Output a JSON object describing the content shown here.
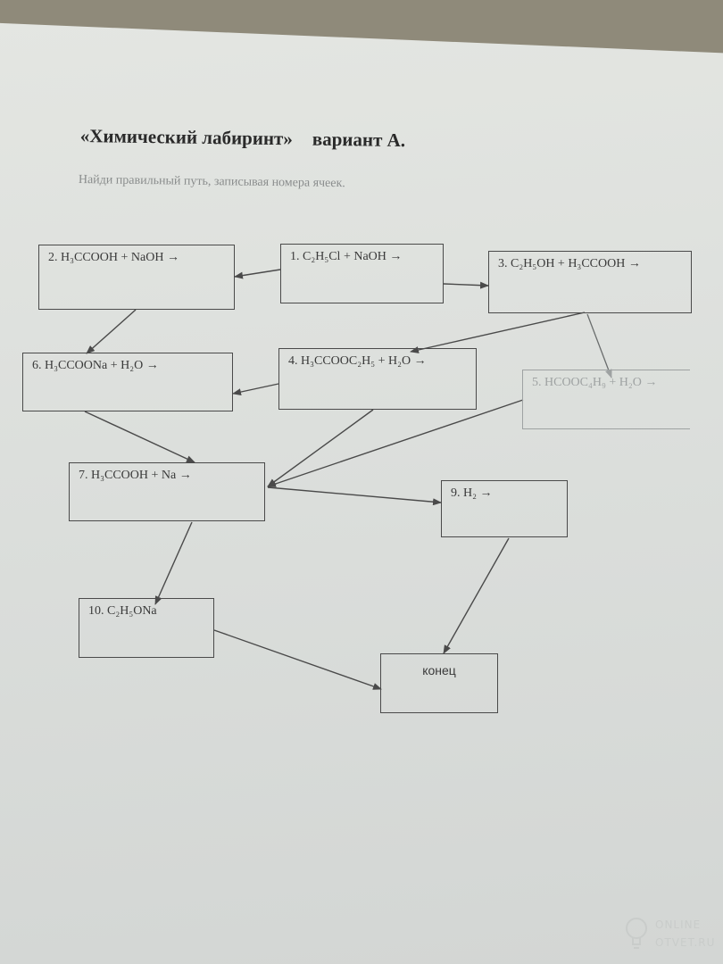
{
  "page": {
    "title": "«Химический лабиринт»",
    "variant": "вариант А.",
    "instruction": "Найди правильный путь, записывая номера ячеек."
  },
  "cells": {
    "c1": "1. C₂H₅Cl + NaOH →",
    "c2": "2. H₃CCOOH + NaOH →",
    "c3": "3. C₂H₅OH + H₃CCOOH →",
    "c4": "4. H₃CCOOC₂H₅ + H₂O →",
    "c5": "5. HCOOC₄H₉ + H₂O →",
    "c6": "6. H₃CCOONa + H₂O →",
    "c7": "7. H₃CCOOH + Na →",
    "c9": "9. H₂ →",
    "c10": "10. C₂H₅ONa",
    "end": "конец"
  },
  "watermark": {
    "line1": "ONLINE",
    "line2": "OTVET.RU"
  },
  "colors": {
    "ink": "#3a3a3a",
    "faded_ink": "#9ea2a2",
    "paper": "#dcdfdc",
    "table": "#8f8a7a"
  }
}
